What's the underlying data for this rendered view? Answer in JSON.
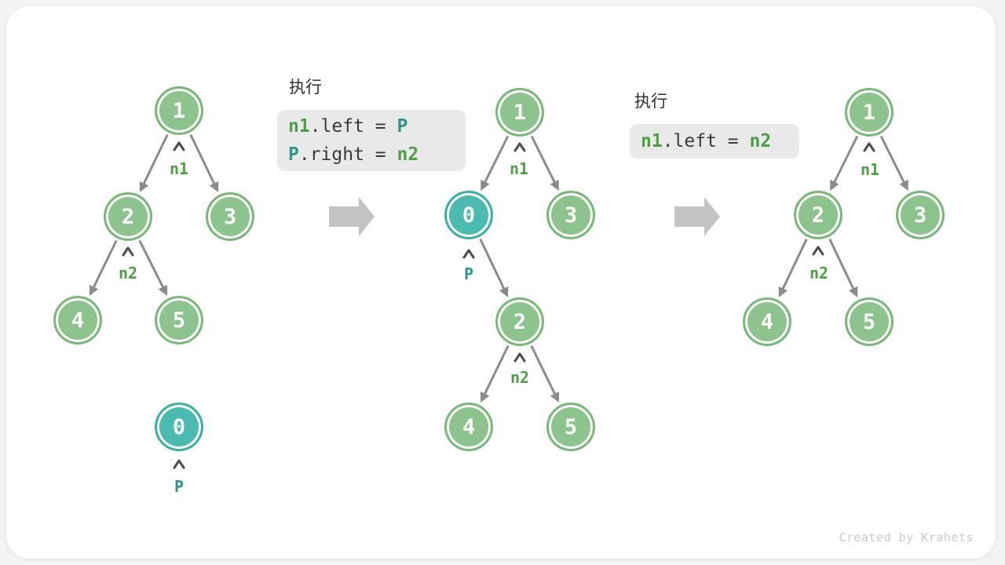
{
  "watermark": "Created by Krahets",
  "exec_blocks": [
    {
      "title": "执行",
      "lines": [
        {
          "lhs": "n1",
          "mid": ".left = ",
          "rhs": "P"
        },
        {
          "lhs": "P",
          "mid": ".right = ",
          "rhs": "n2"
        }
      ]
    },
    {
      "title": "执行",
      "lines": [
        {
          "lhs": "n1",
          "mid": ".left = ",
          "rhs": "n2"
        }
      ]
    }
  ],
  "trees": {
    "t1": {
      "nodes": [
        "1",
        "2",
        "3",
        "4",
        "5"
      ],
      "isolated_node": "0",
      "labels": {
        "n1": "n1",
        "n2": "n2",
        "p": "P"
      }
    },
    "t2": {
      "nodes": [
        "1",
        "0",
        "3",
        "2",
        "4",
        "5"
      ],
      "labels": {
        "n1": "n1",
        "p": "P",
        "n2": "n2"
      }
    },
    "t3": {
      "nodes": [
        "1",
        "2",
        "3",
        "4",
        "5"
      ],
      "labels": {
        "n1": "n1",
        "n2": "n2"
      }
    }
  },
  "colors": {
    "node_green": "#8dc48d",
    "node_green_border": "#7ab87a",
    "node_teal": "#4bbbb2",
    "node_teal_border": "#3cb0a6",
    "label_green": "#4e9e45",
    "label_teal": "#2e958d",
    "edge_gray": "#8b8b8b",
    "caret_gray": "#4c4c4c",
    "code_background": "#e9e9e9",
    "code_text": "#3a3a3a",
    "block_arrow_gray": "#c3c3c3",
    "card_background": "#ffffff"
  }
}
